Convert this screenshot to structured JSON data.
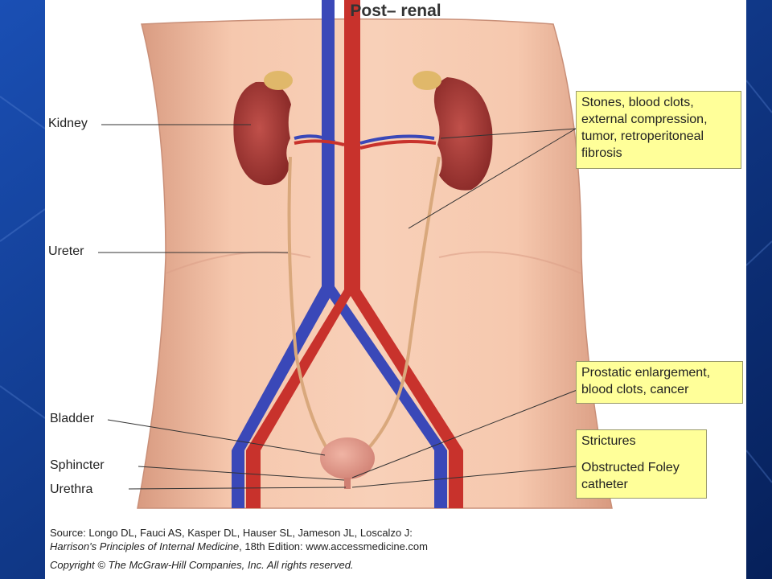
{
  "title": "Post– renal",
  "labels": {
    "kidney": "Kidney",
    "ureter": "Ureter",
    "bladder": "Bladder",
    "sphincter": "Sphincter",
    "urethra": "Urethra"
  },
  "callouts": {
    "upper": [
      "Stones, blood clots,",
      "external compression,",
      "tumor, retroperitoneal",
      "fibrosis"
    ],
    "middle": [
      "Prostatic enlargement,",
      "blood clots, cancer"
    ],
    "lower": [
      "Strictures",
      "Obstructed Foley",
      "catheter"
    ]
  },
  "source": {
    "line1": "Source: Longo DL, Fauci AS, Kasper DL, Hauser SL, Jameson JL, Loscalzo J:",
    "book_title": "Harrison's Principles of Internal Medicine",
    "line2_rest": ", 18th Edition: www.accessmedicine.com"
  },
  "copyright": "Copyright © The McGraw-Hill Companies, Inc. All rights reserved.",
  "colors": {
    "slide_background": "#0a2a6e",
    "callout_fill": "#ffff99",
    "artery": "#c8322c",
    "vein": "#3a48b8",
    "kidney": "#a33a36",
    "skin": "#f2c0a4"
  }
}
